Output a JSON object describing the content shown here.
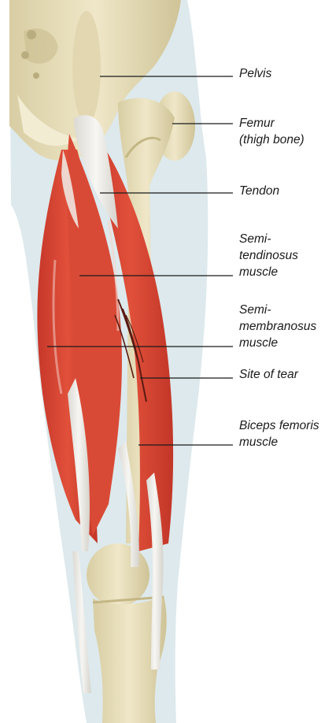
{
  "labels": {
    "pelvis": [
      "Pelvis"
    ],
    "femur": [
      "Femur",
      "(thigh bone)"
    ],
    "tendon": [
      "Tendon"
    ],
    "semitendinosus": [
      "Semi-",
      "tendinosus",
      "muscle"
    ],
    "semimembranosus": [
      "Semi-",
      "membranosus",
      "muscle"
    ],
    "site_of_tear": [
      "Site of tear"
    ],
    "biceps_femoris": [
      "Biceps femoris",
      "muscle"
    ]
  },
  "colors": {
    "skin_silhouette": "#dde9ec",
    "bone": "#e6dcb8",
    "bone_shadow": "#cbbf93",
    "muscle": "#d9432e",
    "muscle_dark": "#b52f22",
    "tendon": "#f2f0ec",
    "tear": "#5a1a12",
    "leader_line": "#1a1a1a"
  }
}
